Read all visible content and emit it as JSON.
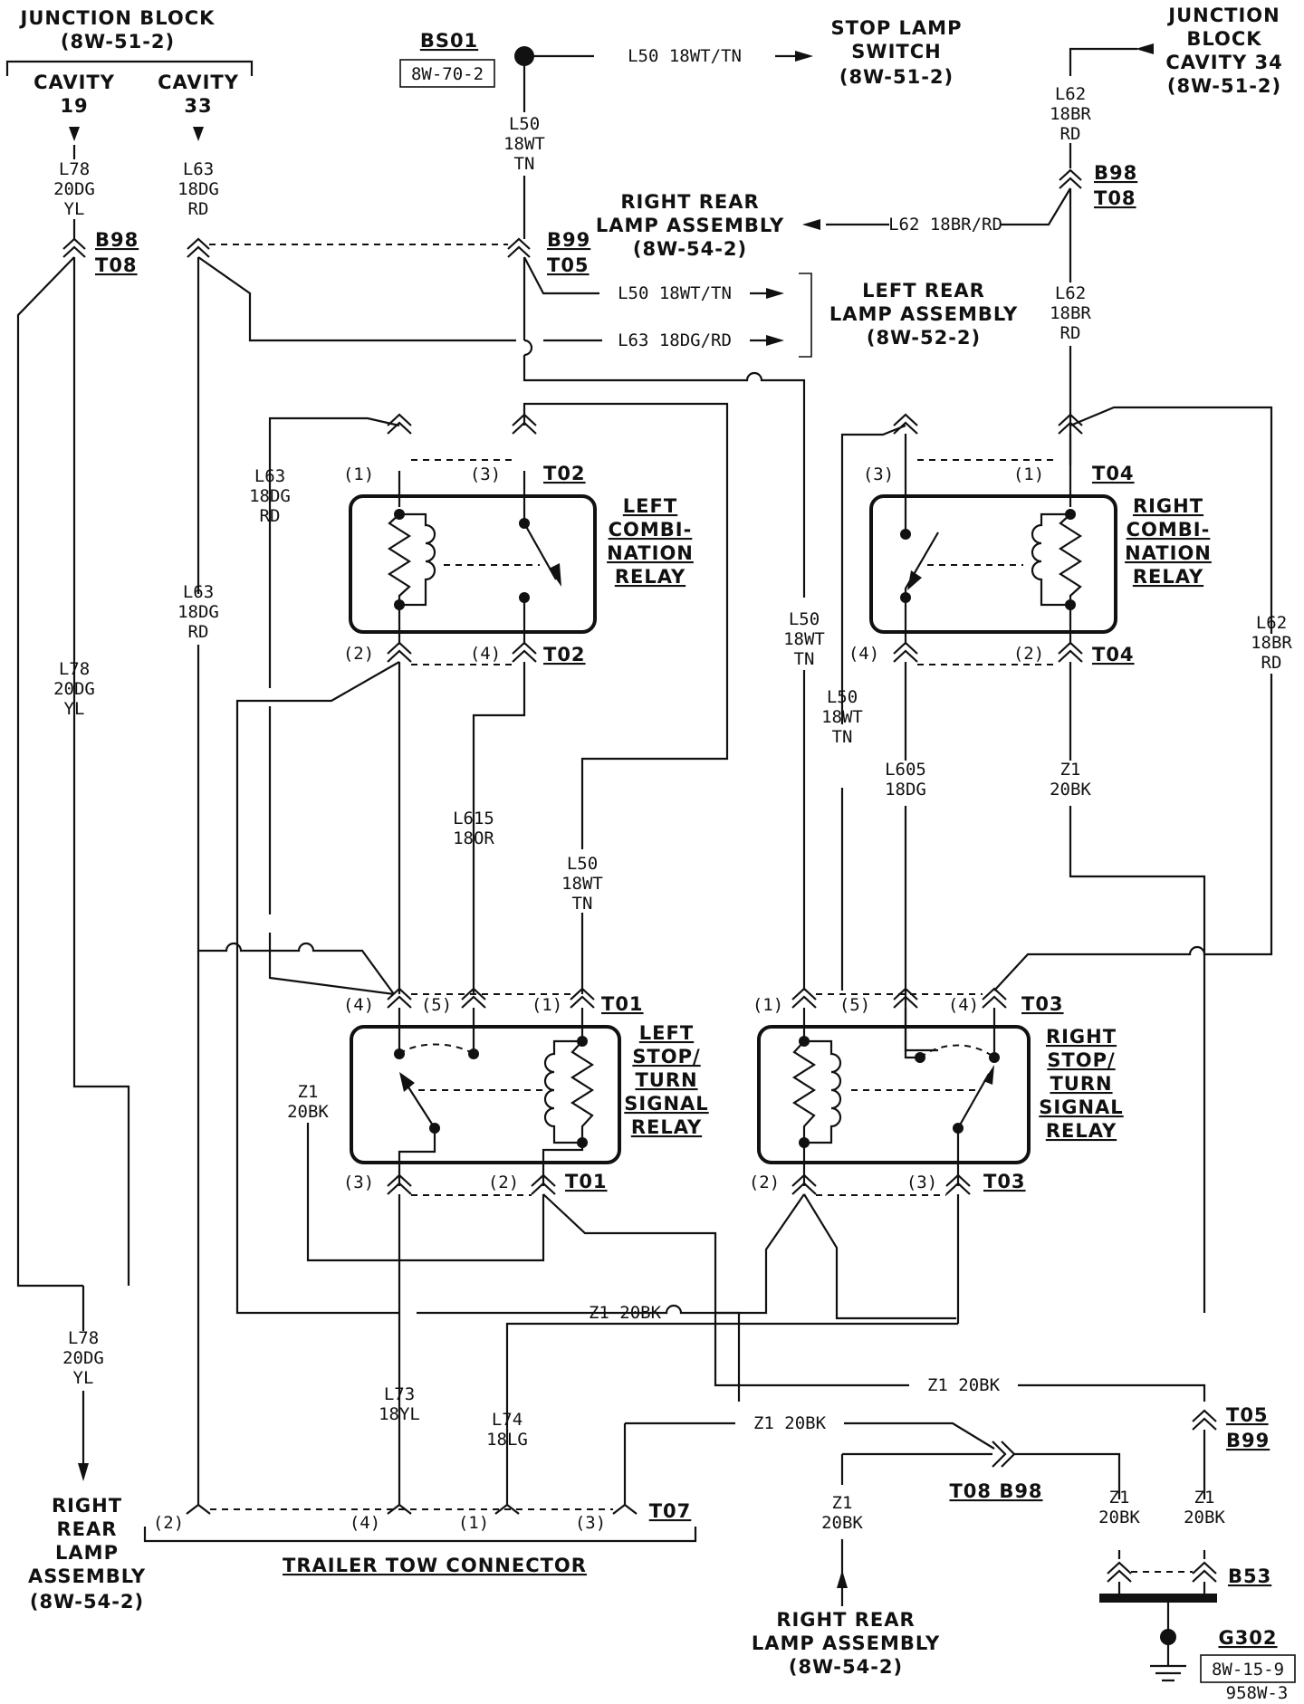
{
  "top_left": {
    "title_1": "JUNCTION BLOCK",
    "title_2": "(8W-51-2)",
    "cav19_1": "CAVITY",
    "cav19_2": "19",
    "cav33_1": "CAVITY",
    "cav33_2": "33"
  },
  "bs01": {
    "id": "BS01",
    "ref": "8W-70-2"
  },
  "stop_lamp_switch": {
    "l1": "STOP LAMP",
    "l2": "SWITCH",
    "l3": "(8W-51-2)"
  },
  "jb_cav34": {
    "l1": "JUNCTION",
    "l2": "BLOCK",
    "l3": "CAVITY 34",
    "l4": "(8W-51-2)"
  },
  "right_rear_lamp_top": {
    "l1": "RIGHT REAR",
    "l2": "LAMP ASSEMBLY",
    "l3": "(8W-54-2)"
  },
  "left_rear_lamp": {
    "l1": "LEFT REAR",
    "l2": "LAMP ASSEMBLY",
    "l3": "(8W-52-2)"
  },
  "relays": {
    "left_combination": [
      "LEFT",
      "COMBI-",
      "NATION",
      "RELAY"
    ],
    "right_combination": [
      "RIGHT",
      "COMBI-",
      "NATION",
      "RELAY"
    ],
    "left_stop_turn": [
      "LEFT",
      "STOP/",
      "TURN",
      "SIGNAL",
      "RELAY"
    ],
    "right_stop_turn": [
      "RIGHT",
      "STOP/",
      "TURN",
      "SIGNAL",
      "RELAY"
    ]
  },
  "connectors": {
    "b98": "B98",
    "t08": "T08",
    "b99": "B99",
    "t05": "T05",
    "t02": "T02",
    "t04": "T04",
    "t01": "T01",
    "t03": "T03",
    "t07": "T07",
    "b53": "B53",
    "g302": "G302",
    "g302_ref": "8W-15-9"
  },
  "pins": {
    "p1": "(1)",
    "p2": "(2)",
    "p3": "(3)",
    "p4": "(4)",
    "p5": "(5)"
  },
  "wires": {
    "l78": [
      "L78",
      "20DG",
      "YL"
    ],
    "l63": [
      "L63",
      "18DG",
      "RD"
    ],
    "l50": [
      "L50",
      "18WT",
      "TN"
    ],
    "l62": [
      "L62",
      "18BR",
      "RD"
    ],
    "l615": [
      "L615",
      "18OR"
    ],
    "l605": [
      "L605",
      "18DG"
    ],
    "z1": [
      "Z1",
      "20BK"
    ],
    "l73": [
      "L73",
      "18YL"
    ],
    "l74": [
      "L74",
      "18LG"
    ],
    "l50_inline": "L50 18WT/TN",
    "l63_inline": "L63 18DG/RD",
    "l62_inline": "L62 18BR/RD",
    "z1_inline": "Z1 20BK"
  },
  "right_rear_lamp_left": {
    "l1": "RIGHT",
    "l2": "REAR",
    "l3": "LAMP",
    "l4": "ASSEMBLY",
    "l5": "(8W-54-2)"
  },
  "right_rear_lamp_bottom": {
    "l1": "RIGHT REAR",
    "l2": "LAMP ASSEMBLY",
    "l3": "(8W-54-2)"
  },
  "trailer_tow": "TRAILER TOW CONNECTOR",
  "t08_b98_label": "T08 B98",
  "figure_id": "958W-3"
}
